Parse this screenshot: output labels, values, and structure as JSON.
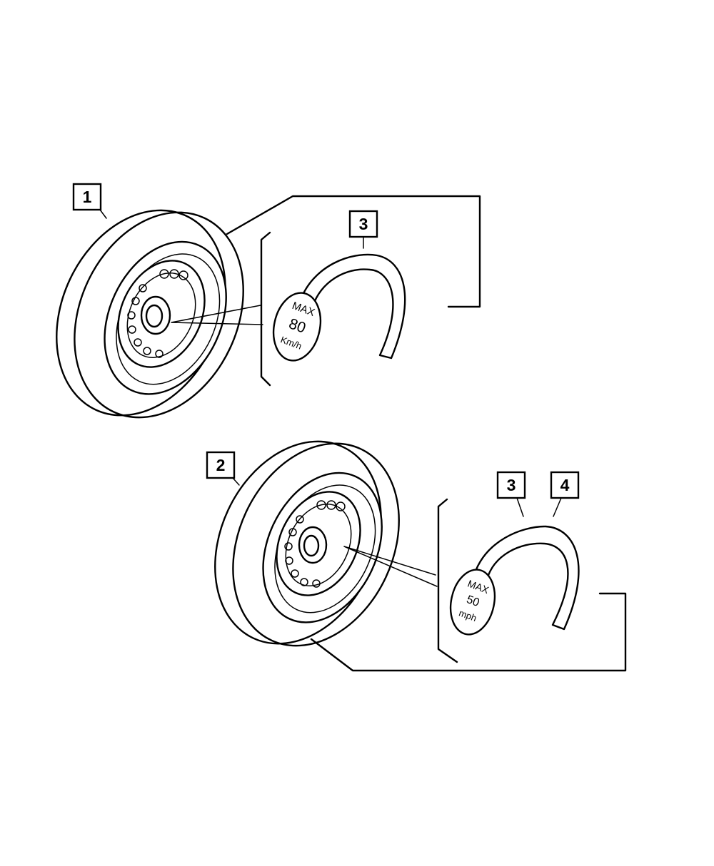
{
  "callouts": {
    "wheel_1": "1",
    "wheel_2": "2",
    "decal_upper": "3",
    "decal_lower": "3",
    "decal_lower_alt": "4"
  },
  "decal_upper": {
    "line1": "MAX",
    "line2": "80",
    "line3": "Km/h"
  },
  "decal_lower": {
    "line1": "MAX",
    "line2": "50",
    "line3": "mph"
  },
  "colors": {
    "line": "#000000",
    "background": "#ffffff"
  }
}
